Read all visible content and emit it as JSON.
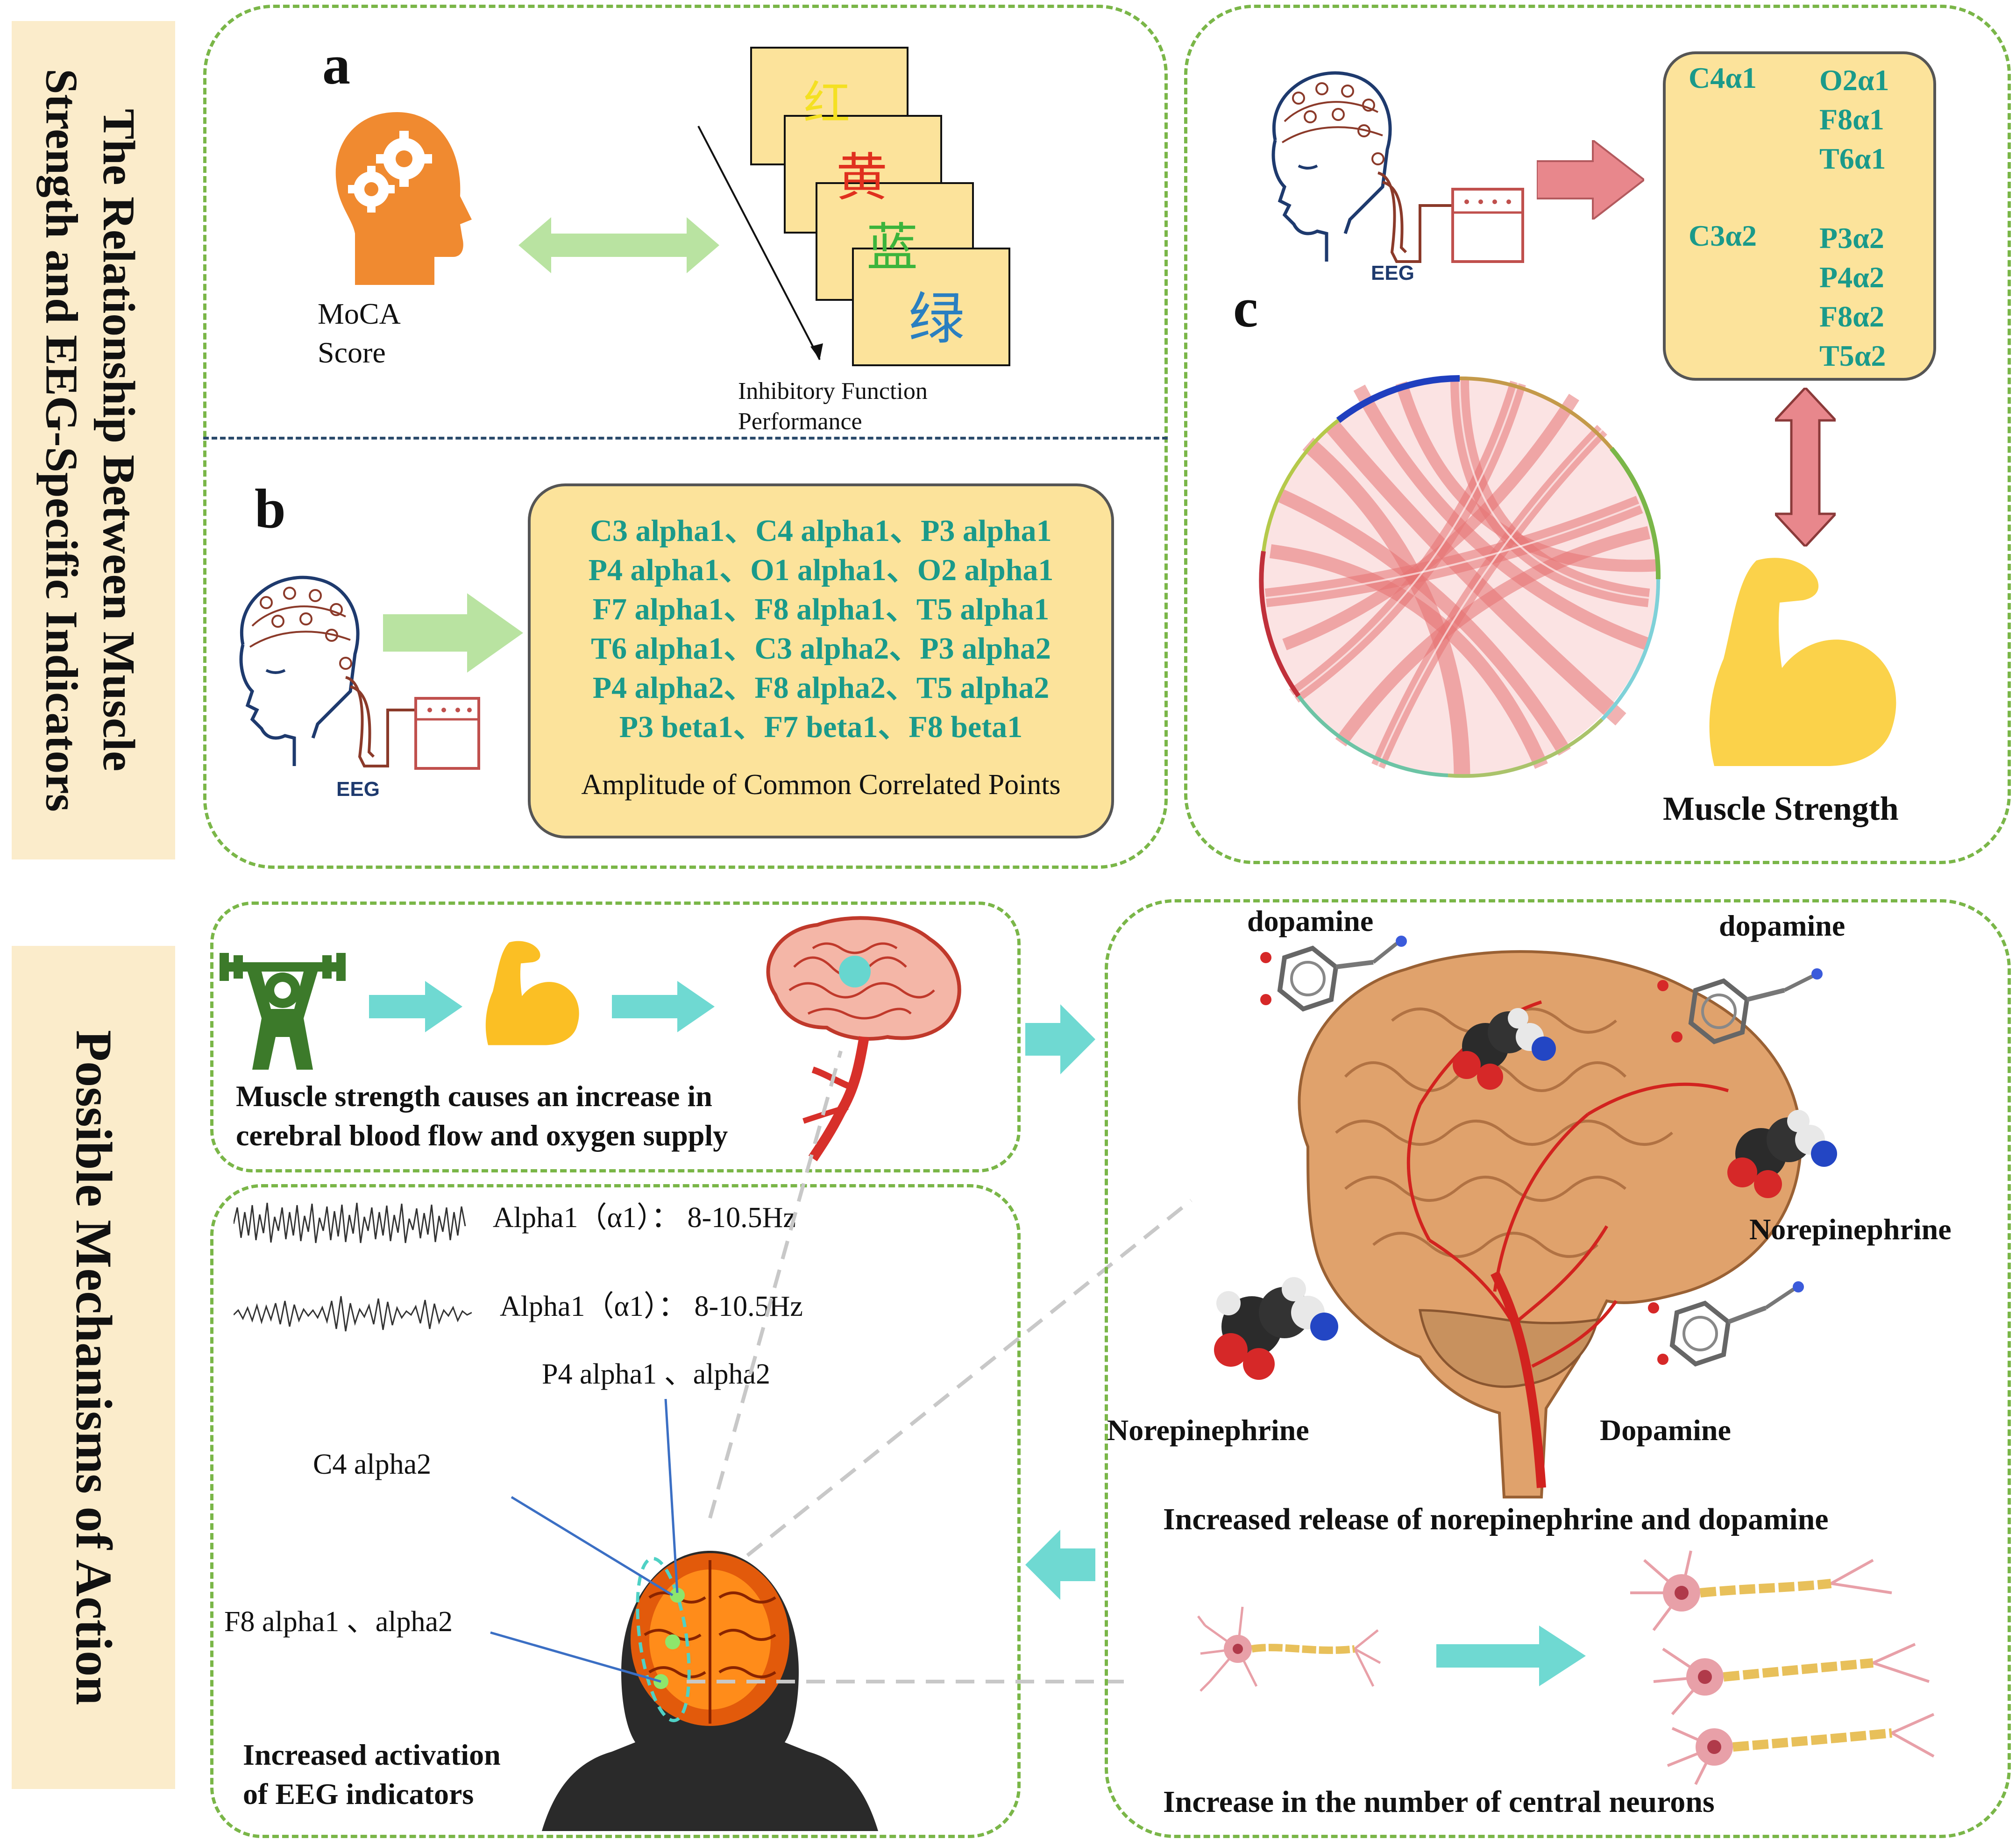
{
  "sidebar_top": {
    "title": "The Relationship Between Muscle Strength and EEG-Specific Indicators"
  },
  "sidebar_bottom": {
    "title": "Possible Mechanisms of Action"
  },
  "panel_a": {
    "letter": "a",
    "moca_lines": [
      "MoCA",
      "Score"
    ],
    "stroop_cards": [
      "红",
      "黄",
      "蓝",
      "绿"
    ],
    "inhibitory_lines": [
      "Inhibitory Function",
      "Performance"
    ]
  },
  "panel_b": {
    "letter": "b",
    "eeg_label": "EEG",
    "points_lines": [
      "C3 alpha1、C4 alpha1、P3 alpha1",
      "P4 alpha1、O1 alpha1、O2 alpha1",
      "F7 alpha1、F8 alpha1、T5 alpha1",
      "T6 alpha1、C3 alpha2、P3 alpha2",
      "P4 alpha2、F8 alpha2、T5 alpha2",
      "P3 beta1、F7 beta1、F8 beta1"
    ],
    "caption": "Amplitude of Common Correlated Points"
  },
  "panel_c": {
    "letter": "c",
    "eeg_label": "EEG",
    "alpha1_left": "C4α1",
    "alpha1_right": [
      "O2α1",
      "F8α1",
      "T6α1"
    ],
    "alpha2_left": "C3α2",
    "alpha2_right": [
      "P3α2",
      "P4α2",
      "F8α2",
      "T5α2"
    ],
    "muscle_label": "Muscle Strength"
  },
  "mechanism": {
    "blood_flow_lines": [
      "Muscle strength causes an increase in",
      "cerebral blood flow and oxygen supply"
    ],
    "wave_labels": [
      "Alpha1（α1）：  8-10.5Hz",
      "Alpha1（α1）：  8-10.5Hz"
    ],
    "p4_label": "P4 alpha1 、alpha2",
    "c4_label": "C4 alpha2",
    "f8_label": "F8 alpha1 、alpha2",
    "activation_lines": [
      "Increased activation",
      "of EEG indicators"
    ],
    "molecules": {
      "dopamine_top_left": "dopamine",
      "dopamine_top_right": "dopamine",
      "norepinephrine_right": "Norepinephrine",
      "norepinephrine_left": "Norepinephrine",
      "dopamine_bottom": "Dopamine"
    },
    "release_caption": "Increased release of norepinephrine and dopamine",
    "neurons_caption": "Increase in the number of central neurons"
  },
  "colors": {
    "banner": "#fbeccb",
    "dashed_border": "#7ab648",
    "teal_text": "#1a9a8a",
    "yellow_box": "#fce39b",
    "arrow_green": "#b9e3a1",
    "arrow_pink": "#e8878c",
    "arrow_cyan": "#6fd9d2",
    "head_orange": "#f08a30",
    "muscle_yellow": "#fbd24a"
  }
}
